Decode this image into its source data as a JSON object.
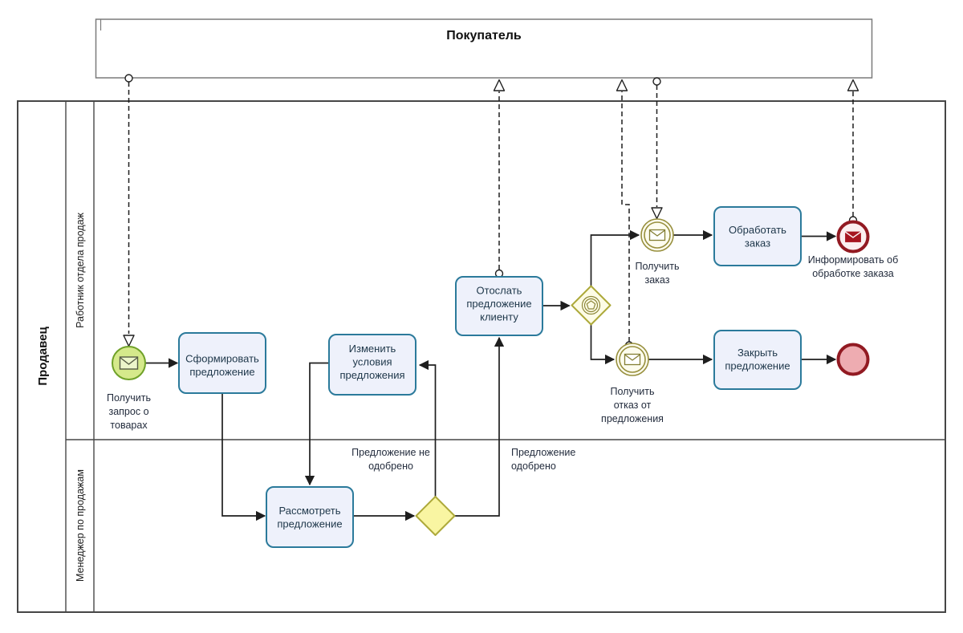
{
  "pools": {
    "buyer": {
      "label": "Покупатель"
    },
    "seller": {
      "label": "Продавец",
      "lanes": [
        {
          "label": "Работник отдела продаж"
        },
        {
          "label": "Менеджер по продажам"
        }
      ]
    }
  },
  "tasks": {
    "form_offer": {
      "lines": [
        "Сформировать",
        "предложение"
      ]
    },
    "change_terms": {
      "lines": [
        "Изменить",
        "условия",
        "предложения"
      ]
    },
    "review_offer": {
      "lines": [
        "Рассмотреть",
        "предложение"
      ]
    },
    "send_offer": {
      "lines": [
        "Отослать",
        "предложение",
        "клиенту"
      ]
    },
    "process_order": {
      "lines": [
        "Обработать",
        "заказ"
      ]
    },
    "close_offer": {
      "lines": [
        "Закрыть",
        "предложение"
      ]
    }
  },
  "events": {
    "start_request": {
      "type": "message-start",
      "label_lines": [
        "Получить",
        "запрос о",
        "товарах"
      ]
    },
    "catch_order": {
      "type": "message-catch",
      "label_lines": [
        "Получить",
        "заказ"
      ]
    },
    "catch_reject": {
      "type": "message-catch",
      "label_lines": [
        "Получить",
        "отказ от",
        "предложения"
      ]
    },
    "end_inform": {
      "type": "message-end",
      "label_lines": [
        "Информировать об",
        "обработке заказа"
      ]
    },
    "end_plain": {
      "type": "end"
    }
  },
  "gateways": {
    "exclusive": {
      "type": "exclusive-blank"
    },
    "event_based": {
      "type": "event-based"
    }
  },
  "flow_labels": {
    "not_approved": {
      "lines": [
        "Предложение не",
        "одобрено"
      ]
    },
    "approved": {
      "lines": [
        "Предложение",
        "одобрено"
      ]
    }
  },
  "colors": {
    "task_fill": "#EEF1FB",
    "task_stroke": "#2B7A9B",
    "start_fill": "#D5E98B",
    "start_stroke": "#6FA128",
    "catch_stroke": "#978F3D",
    "catch_fill": "#FDFCEE",
    "gateway_fill": "#F9F5A2",
    "gateway_stroke": "#ADA93A",
    "event_gateway_fill": "#FDFCE6",
    "end_stroke": "#921A22",
    "end_plain_fill": "#EEACB1",
    "end_message_fill": "#FBEFF0",
    "envelope_red": "#A61520",
    "flow_stroke": "#1E1E1E",
    "buyer_pool_border": "#7A7A7A",
    "seller_pool_border": "#464646"
  }
}
